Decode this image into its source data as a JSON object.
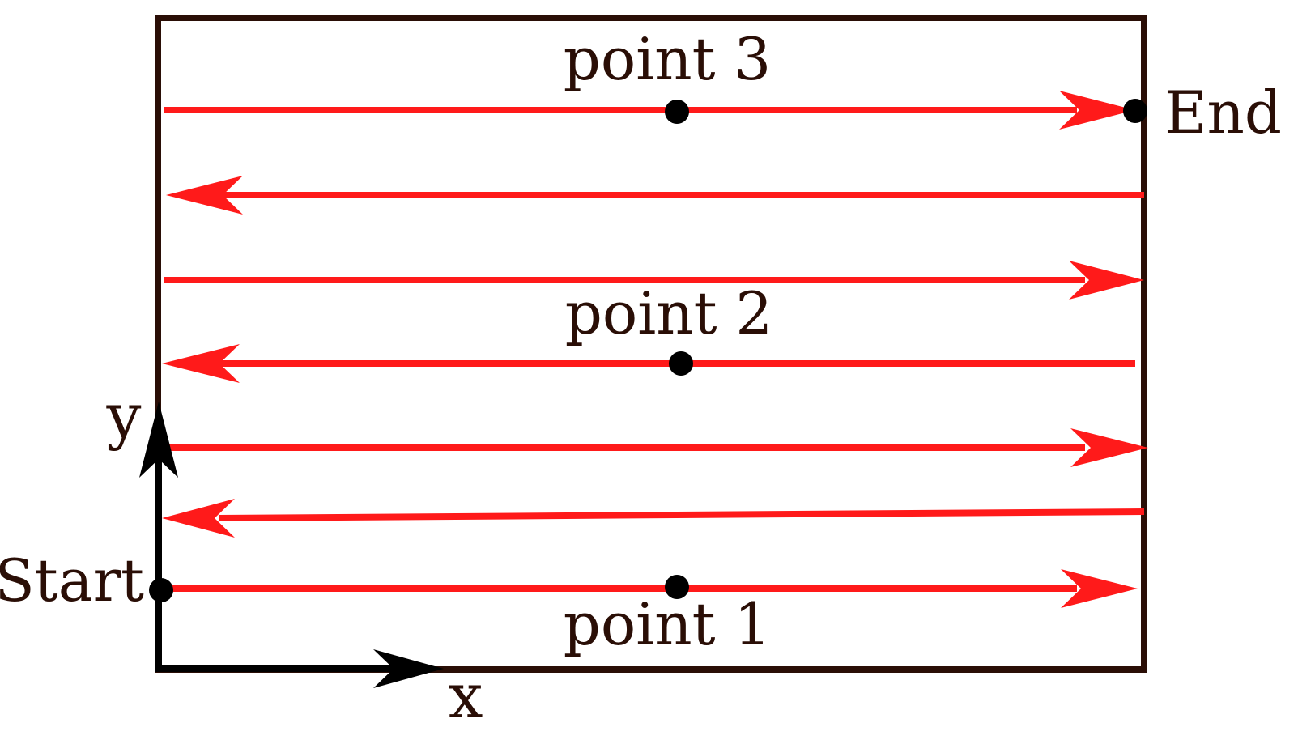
{
  "diagram": {
    "labels": {
      "point1": "point 1",
      "point2": "point 2",
      "point3": "point 3",
      "start": "Start",
      "end": "End",
      "x_axis": "x",
      "y_axis": "y"
    },
    "colors": {
      "path": "#ff1a1a",
      "frame": "#2a0e06",
      "axes": "#000000",
      "points": "#000000",
      "text": "#2a0e06"
    },
    "path_direction": [
      "right",
      "left",
      "right",
      "left",
      "right",
      "left",
      "right"
    ]
  }
}
